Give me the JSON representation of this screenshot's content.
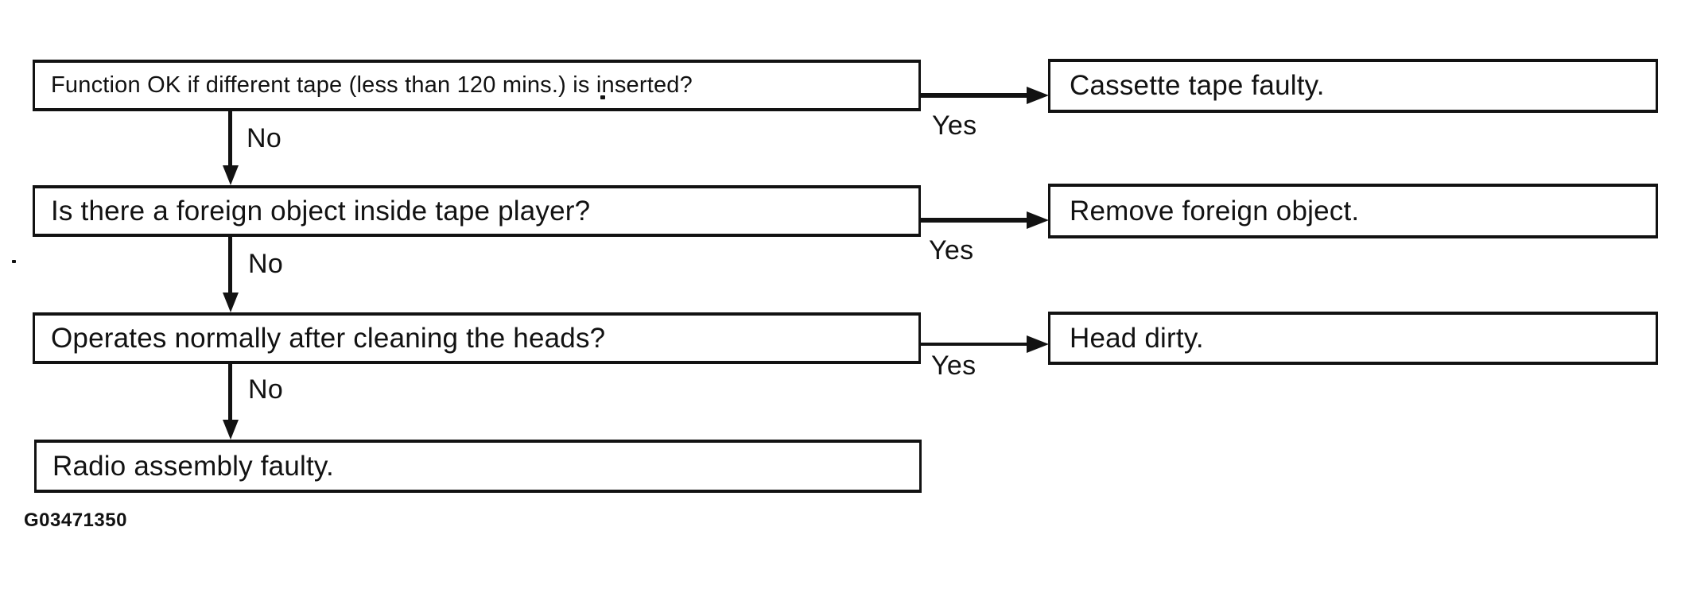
{
  "figure": {
    "code": "G03471350",
    "background": "#ffffff",
    "ink": "#121212"
  },
  "flowchart": {
    "type": "troubleshooting-flowchart",
    "rows": [
      {
        "question": "Function OK if different tape (less than 120 mins.) is inserted?",
        "yes_label": "Yes",
        "yes_result": "Cassette tape faulty.",
        "no_label": "No"
      },
      {
        "question": "Is there a foreign object inside tape player?",
        "yes_label": "Yes",
        "yes_result": "Remove foreign object.",
        "no_label": "No"
      },
      {
        "question": "Operates normally after cleaning the heads?",
        "yes_label": "Yes",
        "yes_result": "Head dirty.",
        "no_label": "No"
      }
    ],
    "final_result": "Radio assembly faulty."
  }
}
